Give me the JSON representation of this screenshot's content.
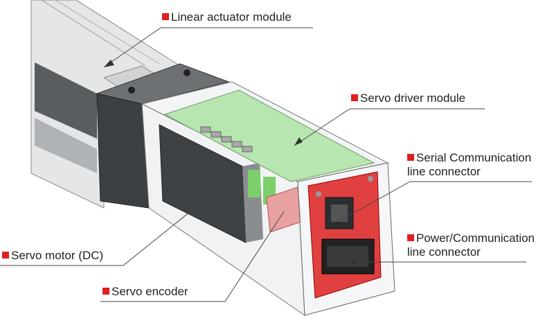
{
  "labels": {
    "linear_actuator": "Linear actuator module",
    "servo_driver": "Servo driver module",
    "serial_line1": "Serial Communication",
    "serial_line2": "line connector",
    "power_line1": "Power/Communication",
    "power_line2": "line connector",
    "servo_motor": "Servo motor (DC)",
    "servo_encoder": "Servo encoder"
  },
  "colors": {
    "marker": "#e02020",
    "board": "#b8e6b0",
    "pcb": "#e04040"
  }
}
